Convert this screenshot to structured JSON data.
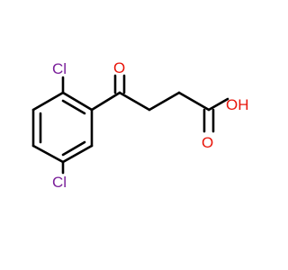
{
  "molecule": {
    "atoms": [
      {
        "id": "cl_top",
        "symbol": "Cl",
        "color": "#7a1f9a"
      },
      {
        "id": "cl_bottom",
        "symbol": "Cl",
        "color": "#7a1f9a"
      },
      {
        "id": "o_ketone",
        "symbol": "O",
        "color": "#e8150a"
      },
      {
        "id": "o_hydroxyl",
        "symbol": "OH",
        "color": "#e8150a"
      },
      {
        "id": "o_carbonyl",
        "symbol": "O",
        "color": "#e8150a"
      }
    ],
    "bond_color": "#000000",
    "background": "#ffffff"
  }
}
